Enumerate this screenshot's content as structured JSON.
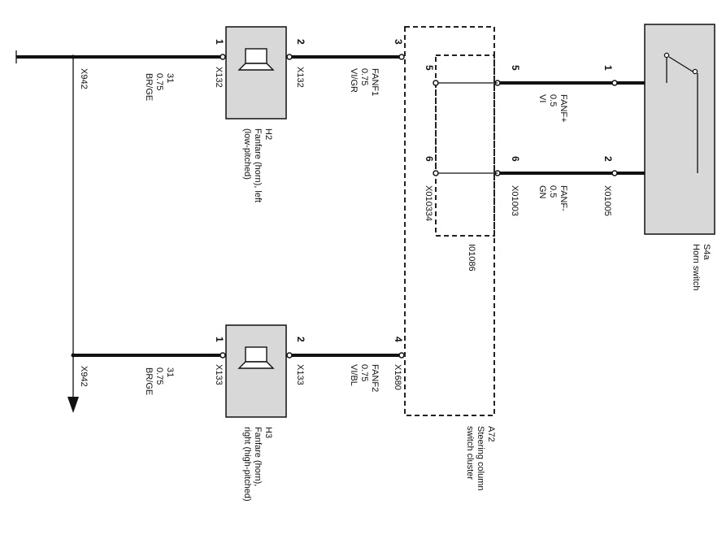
{
  "colors": {
    "box_fill": "#d8d8d8",
    "line": "#111111"
  },
  "icons": {
    "horn": "horn-speaker-icon",
    "switch": "switch-contact-icon",
    "ground": "ground-arrow-icon"
  },
  "ground_top": {
    "connector": "X942",
    "wire": "31",
    "size": "0.75",
    "color": "BR/GE"
  },
  "ground_bottom": {
    "connector": "X942",
    "wire": "31",
    "size": "0.75",
    "color": "BR/GE"
  },
  "h2": {
    "id": "H2",
    "name": "Fanfare (horn), left",
    "desc": "(low-pitched)",
    "pin_a": "1",
    "conn_a": "X132",
    "pin_b": "2",
    "conn_b": "X132",
    "out_wire": {
      "name": "FANF1",
      "size": "0.75",
      "color": "VI/GR"
    }
  },
  "h3": {
    "id": "H3",
    "name": "Fanfare (horn),",
    "desc": "right (high-pitched)",
    "pin_a": "1",
    "conn_a": "X133",
    "pin_b": "2",
    "conn_b": "X133",
    "out_wire": {
      "name": "FANF2",
      "size": "0.75",
      "color": "VI/BL"
    }
  },
  "a72": {
    "id": "A72",
    "name_line1": "Steering column",
    "name_line2": "switch cluster",
    "pin3": "3",
    "pin4": "4",
    "conn4": "X1680",
    "inner_id": "I01086",
    "inner_pin5": "5",
    "inner_pin6": "6",
    "inner_conn": "X010334",
    "out_pin5": "5",
    "out_pin6": "6",
    "out_conn": "X01003"
  },
  "wire_plus": {
    "name": "FANF+",
    "size": "0.5",
    "color": "VI"
  },
  "wire_minus": {
    "name": "FANF-",
    "size": "0.5",
    "color": "GN"
  },
  "s4a": {
    "id": "S4a",
    "name": "Horn switch",
    "pin1": "1",
    "pin2": "2",
    "conn": "X01005"
  }
}
